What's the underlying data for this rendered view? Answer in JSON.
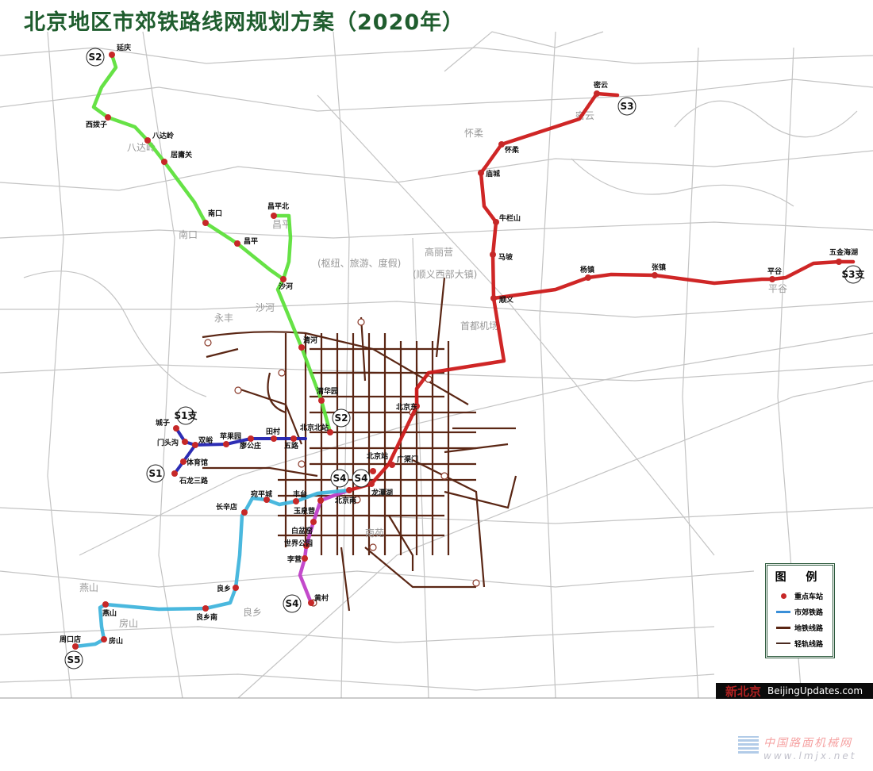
{
  "title": "北京地区市郊铁路线网规划方案（2020年）",
  "colors": {
    "station": "#c62828",
    "S1": "#2222b0",
    "S2": "#5ee03c",
    "S3": "#cc1a1a",
    "S4": "#c040c8",
    "S5": "#40b4dc",
    "subway": "#5a2614",
    "roads": "#bdbdbd"
  },
  "lines": [
    {
      "id": "S1",
      "badges": [
        "S1",
        "S1支"
      ],
      "stations": [
        "城子",
        "门头沟",
        "双峪",
        "体育馆",
        "石龙三路",
        "苹果园",
        "廖公庄",
        "田村",
        "五路"
      ]
    },
    {
      "id": "S2",
      "badges": [
        "S2",
        "S2"
      ],
      "stations": [
        "延庆",
        "西拨子",
        "八达岭",
        "居庸关",
        "南口",
        "昌平",
        "昌平北",
        "沙河",
        "清河",
        "清华园",
        "北京北站"
      ]
    },
    {
      "id": "S3",
      "badges": [
        "S3",
        "S3支"
      ],
      "stations": [
        "密云",
        "怀柔",
        "庙城",
        "牛栏山",
        "马坡",
        "顺义",
        "杨镇",
        "张镇",
        "平谷",
        "五金海湖",
        "北京东",
        "北京站",
        "广渠门",
        "龙潭湖",
        "北京南"
      ]
    },
    {
      "id": "S4",
      "badges": [
        "S4",
        "S4"
      ],
      "stations": [
        "黄村",
        "李营",
        "世界公园",
        "白盆窑",
        "玉泉营"
      ]
    },
    {
      "id": "S5",
      "badges": [
        "S5",
        "S4"
      ],
      "stations": [
        "周口店",
        "房山",
        "燕山",
        "良乡南",
        "良乡",
        "长辛店",
        "宛平城",
        "丰台"
      ]
    }
  ],
  "place_names": [
    "八达岭",
    "南口",
    "昌平",
    "沙河",
    "永丰",
    "怀柔",
    "密云",
    "平谷",
    "首都机场",
    "高丽营",
    "(顺义西部大镇)",
    "(枢纽、旅游、度假)",
    "燕山",
    "房山",
    "良乡",
    "南苑"
  ],
  "legend": {
    "title": "图 例",
    "items": [
      {
        "symbol": "station-dot",
        "label": "重点车站"
      },
      {
        "symbol": "suburban-line",
        "label": "市郊铁路"
      },
      {
        "symbol": "subway-line",
        "label": "地铁线路"
      },
      {
        "symbol": "light-rail-line",
        "label": "轻轨线路"
      }
    ]
  },
  "watermarks": {
    "logo": "新北京",
    "site": "BeijingUpdates.com",
    "cn_site": "中国路面机械网",
    "cn_url": "www.lmjx.net"
  }
}
